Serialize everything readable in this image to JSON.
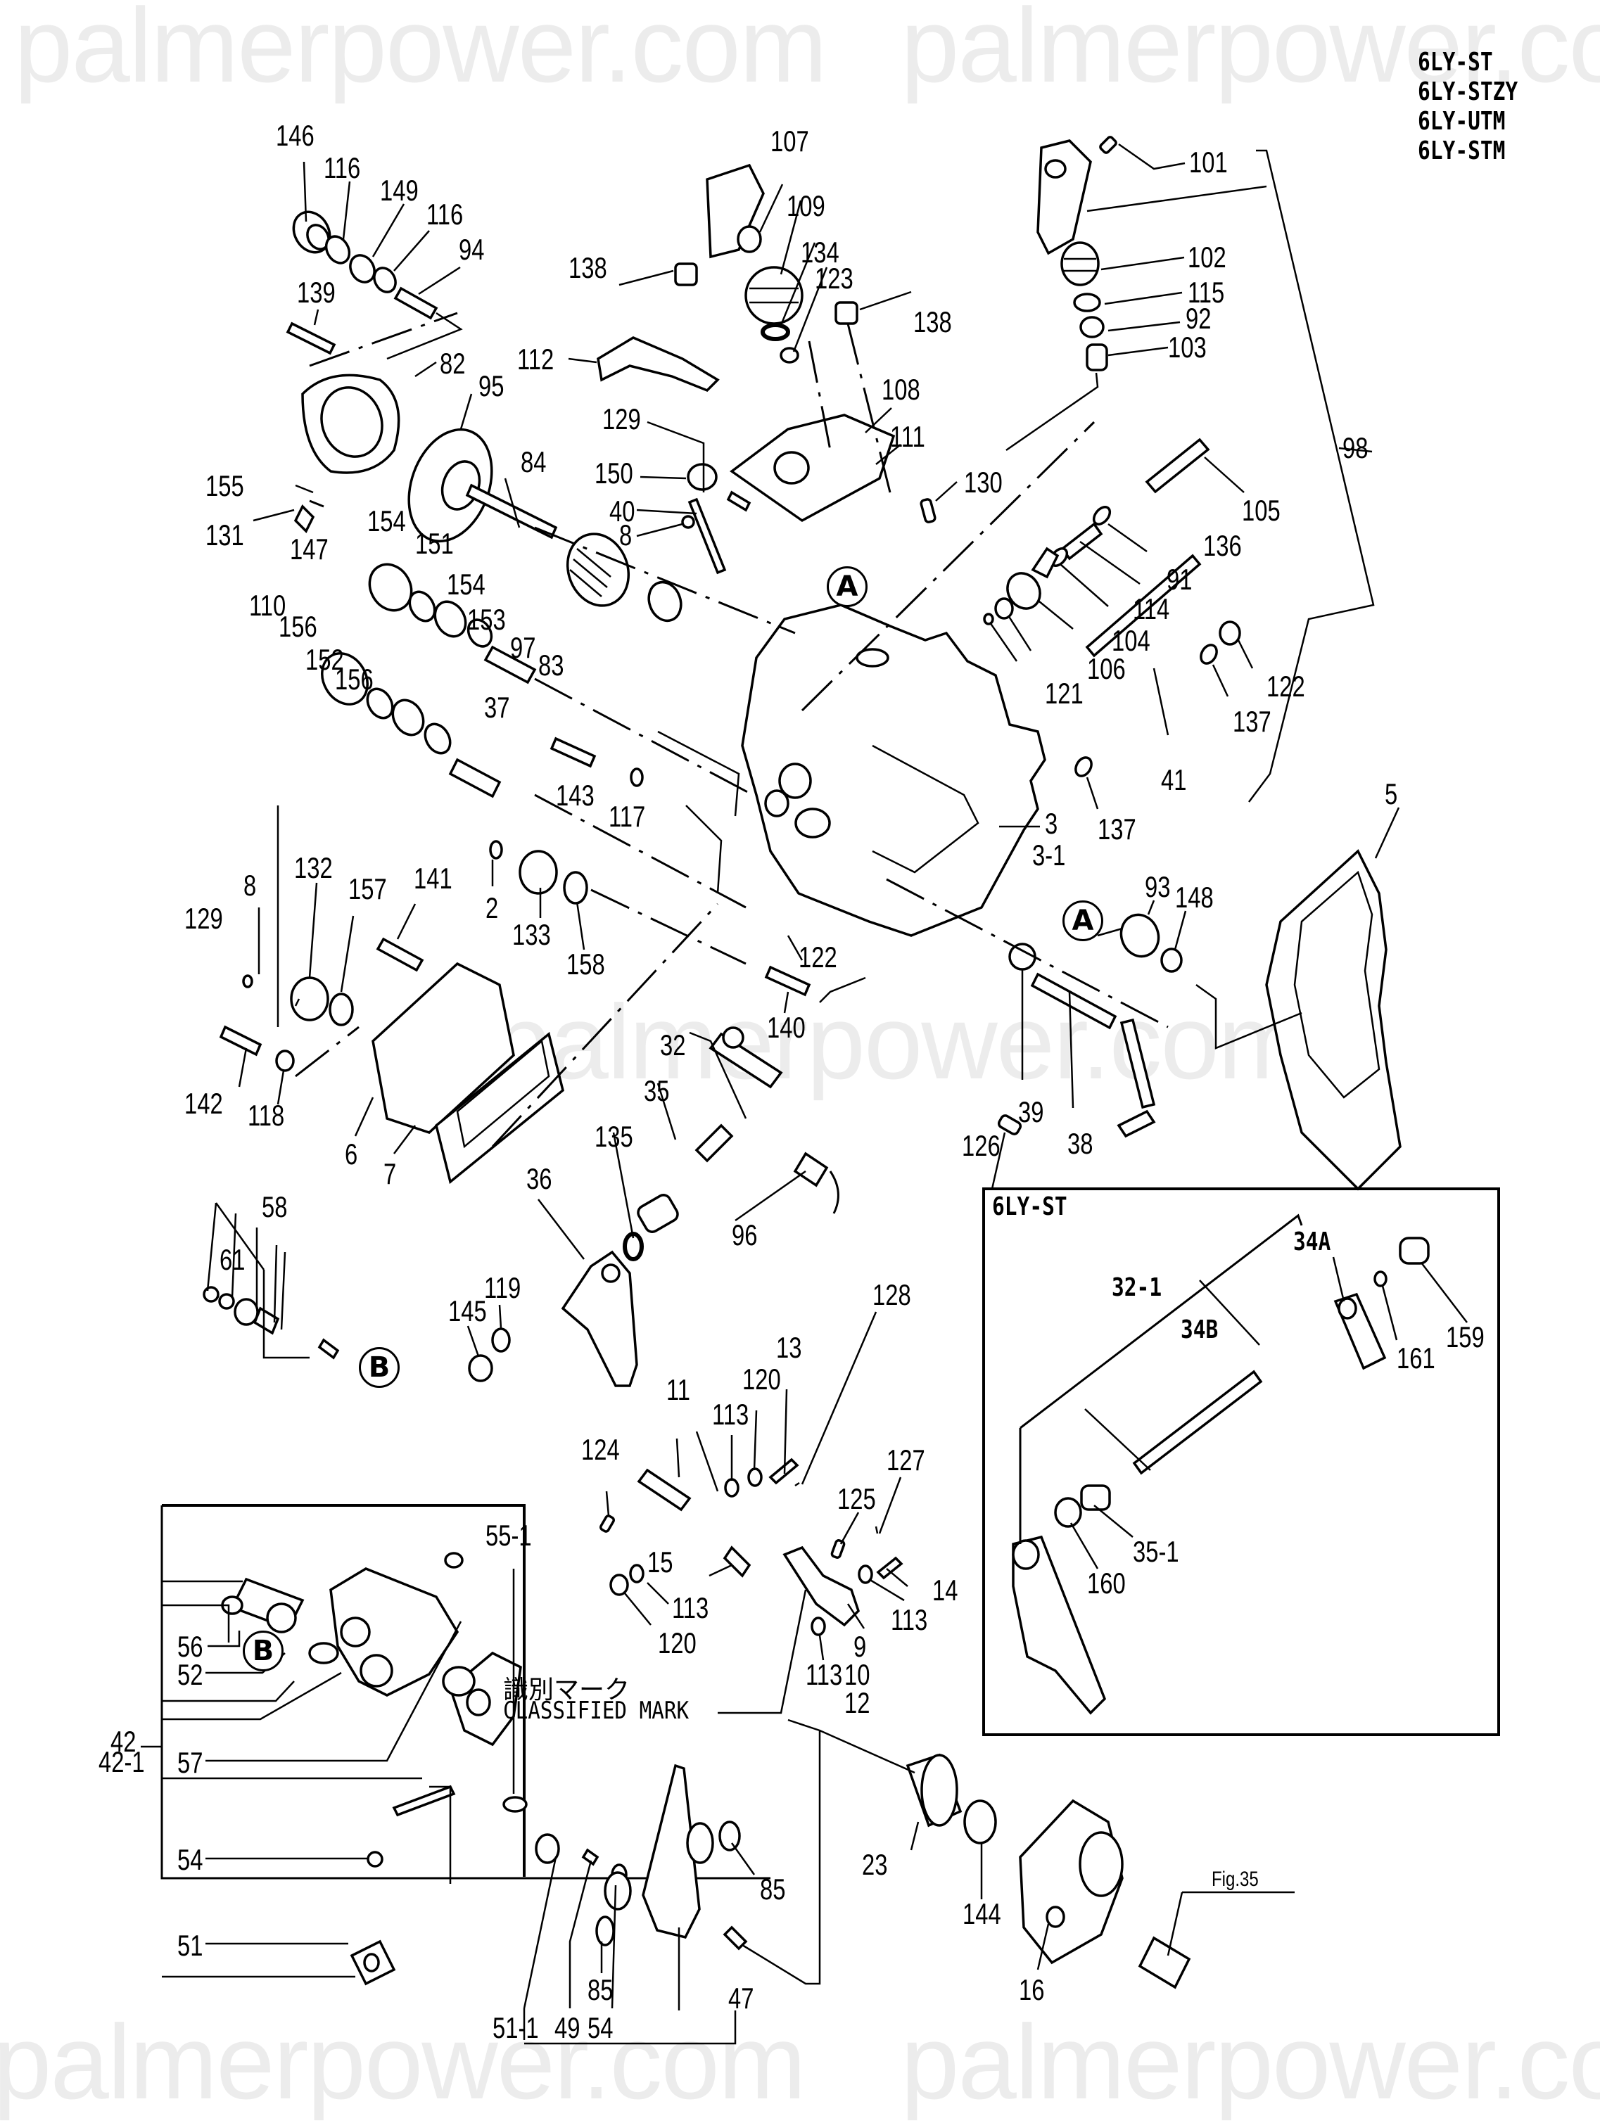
{
  "watermark": {
    "text": "palmerpower.com",
    "color": "#ececec"
  },
  "models": [
    "6LY-ST",
    "6LY-STZY",
    "6LY-UTM",
    "6LY-STM"
  ],
  "reference_markers": {
    "A": "A",
    "B": "B"
  },
  "inset_6ly_st": {
    "title": "6LY-ST",
    "labels": [
      "32-1",
      "34A",
      "34B",
      "159",
      "161",
      "35-1",
      "160"
    ]
  },
  "classified_mark": {
    "japanese": "識別マーク",
    "english": "CLASSIFIED MARK"
  },
  "figure_ref": "Fig.35",
  "callouts": {
    "c146": "146",
    "c116a": "116",
    "c149": "149",
    "c116b": "116",
    "c94": "94",
    "c139": "139",
    "c82": "82",
    "c95": "95",
    "c155": "155",
    "c131": "131",
    "c84": "84",
    "c154a": "154",
    "c147": "147",
    "c151": "151",
    "c154b": "154",
    "c110": "110",
    "c156a": "156",
    "c152": "152",
    "c156b": "156",
    "c153": "153",
    "c97": "97",
    "c83": "83",
    "c37": "37",
    "c143": "143",
    "c117": "117",
    "c107": "107",
    "c109": "109",
    "c134": "134",
    "c123": "123",
    "c138a": "138",
    "c138b": "138",
    "c112": "112",
    "c108": "108",
    "c129a": "129",
    "c111": "111",
    "c150": "150",
    "c40": "40",
    "c8a": "8",
    "c130": "130",
    "c101": "101",
    "c102": "102",
    "c115": "115",
    "c92": "92",
    "c103": "103",
    "c98": "98",
    "c105": "105",
    "c136": "136",
    "c91": "91",
    "c114": "114",
    "c104": "104",
    "c106": "106",
    "c121": "121",
    "c122a": "122",
    "c137a": "137",
    "c41": "41",
    "c137b": "137",
    "c3": "3",
    "c3_1": "3-1",
    "c5": "5",
    "c93": "93",
    "c148": "148",
    "c2": "2",
    "c133": "133",
    "c158": "158",
    "c122b": "122",
    "c140": "140",
    "c126": "126",
    "c39": "39",
    "c38": "38",
    "c132": "132",
    "c157": "157",
    "c141": "141",
    "c8b": "8",
    "c129b": "129",
    "c142": "142",
    "c118": "118",
    "c6": "6",
    "c7": "7",
    "c32": "32",
    "c35": "35",
    "c135": "135",
    "c96": "96",
    "c36": "36",
    "c119": "119",
    "c145": "145",
    "c58": "58",
    "c61": "61",
    "c128": "128",
    "c11": "11",
    "c13": "13",
    "c120a": "120",
    "c113a": "113",
    "c124": "124",
    "c127": "127",
    "c125": "125",
    "c15": "15",
    "c14": "14",
    "c113b": "113",
    "c113c": "113",
    "c120b": "120",
    "c9": "9",
    "c10": "10",
    "c12": "12",
    "c113d": "113",
    "c55_1": "55-1",
    "c56": "56",
    "c52": "52",
    "c42": "42",
    "c42_1": "42-1",
    "c57": "57",
    "c54a": "54",
    "c51": "51",
    "c51_1": "51-1",
    "c49": "49",
    "c54b": "54",
    "c85a": "85",
    "c47": "47",
    "c85b": "85",
    "c23": "23",
    "c144": "144",
    "c16": "16"
  }
}
